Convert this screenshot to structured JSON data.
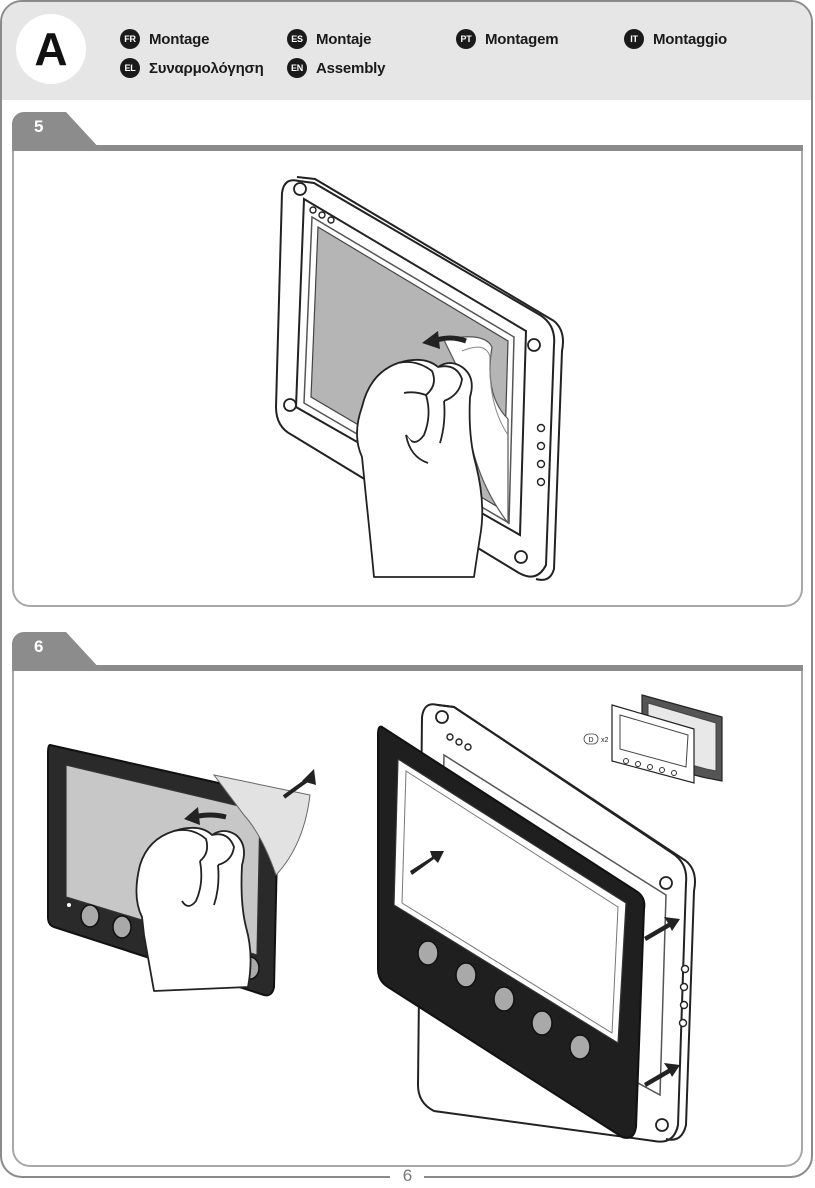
{
  "header": {
    "section_letter": "A",
    "languages": [
      {
        "code": "FR",
        "label": "Montage"
      },
      {
        "code": "ES",
        "label": "Montaje"
      },
      {
        "code": "PT",
        "label": "Montagem"
      },
      {
        "code": "IT",
        "label": "Montaggio"
      },
      {
        "code": "EL",
        "label": "Συναρμολόγηση"
      },
      {
        "code": "EN",
        "label": "Assembly"
      }
    ]
  },
  "steps": [
    {
      "number": "5"
    },
    {
      "number": "6"
    }
  ],
  "inset": {
    "part_label": "D",
    "quantity": "x2"
  },
  "page_number": "6",
  "colors": {
    "header_bg": "#e6e6e6",
    "tab": "#8c8c8c",
    "frame": "#1f1f1f"
  }
}
